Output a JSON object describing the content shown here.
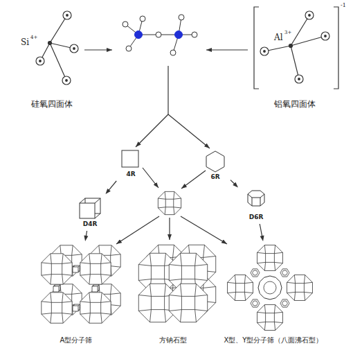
{
  "diagram": {
    "nodes": [
      {
        "text": [
          "硅氧四面体"
        ]
      },
      {
        "text": [
          "铝氧四面体"
        ]
      },
      {
        "text": [
          "4R"
        ]
      },
      {
        "text": [
          "6R"
        ]
      },
      {
        "text": [
          "D4R"
        ]
      },
      {
        "text": [
          "D6R"
        ]
      },
      {
        "text": [
          "A型分子筛"
        ]
      },
      {
        "text": [
          "方钠石型"
        ]
      },
      {
        "text": [
          "X型、Y型分子筛（八面沸石型）"
        ]
      }
    ],
    "edges": [
      {
        "from": 2,
        "to": 4,
        "arrow": "to"
      },
      {
        "from": 3,
        "to": 5,
        "arrow": "to"
      },
      {
        "from": 4,
        "to": 6,
        "arrow": "to"
      },
      {
        "from": 5,
        "to": 8,
        "arrow": "to"
      }
    ],
    "labels": [
      "Si",
      "4+",
      "Al",
      "3+",
      "-1"
    ]
  }
}
